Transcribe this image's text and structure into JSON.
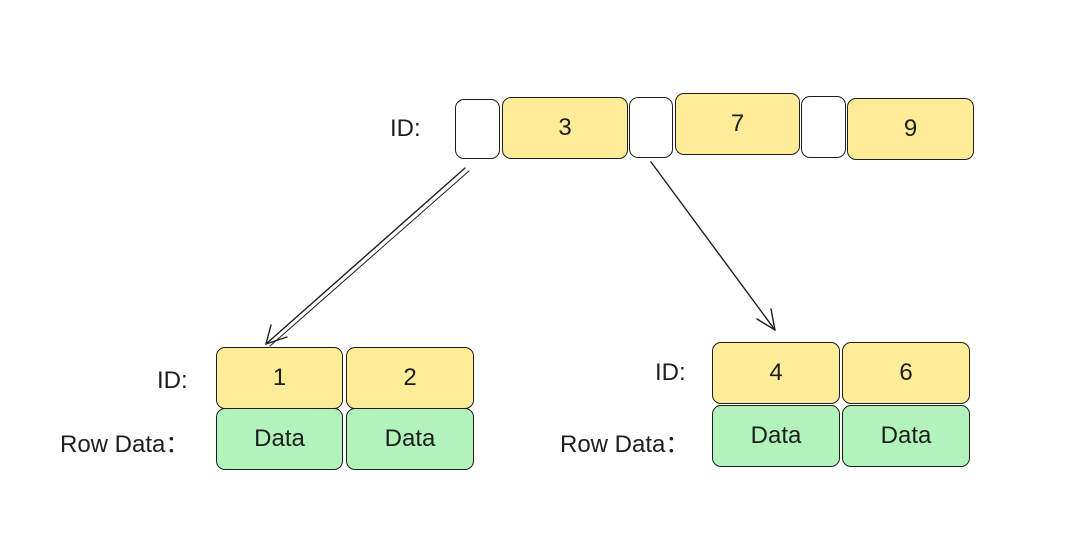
{
  "colors": {
    "key_fill": "#ffec99",
    "data_fill": "#b2f2bb",
    "stroke": "#1e1e1e"
  },
  "root": {
    "id_label": "ID:",
    "keys": [
      "3",
      "7",
      "9"
    ]
  },
  "left_leaf": {
    "id_label": "ID:",
    "row_label": "Row Data：",
    "keys": [
      "1",
      "2"
    ],
    "rows": [
      "Data",
      "Data"
    ]
  },
  "right_leaf": {
    "id_label": "ID:",
    "row_label": "Row Data：",
    "keys": [
      "4",
      "6"
    ],
    "rows": [
      "Data",
      "Data"
    ]
  }
}
